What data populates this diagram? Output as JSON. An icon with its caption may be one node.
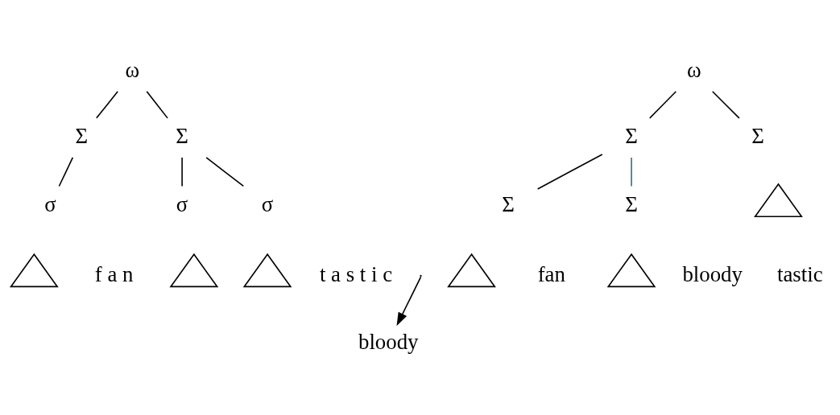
{
  "diagram": {
    "nodes": [
      {
        "text": [
          "ω"
        ]
      },
      {
        "text": [
          "Σ"
        ]
      },
      {
        "text": [
          "Σ"
        ]
      },
      {
        "text": [
          "σ"
        ]
      },
      {
        "text": [
          "σ"
        ]
      },
      {
        "text": [
          "σ"
        ]
      },
      {
        "text": [],
        "shape": "triangle"
      },
      {
        "text": [],
        "shape": "triangle"
      },
      {
        "text": [],
        "shape": "triangle"
      },
      {
        "text": [
          "f a n"
        ]
      },
      {
        "text": [
          "t a s t i c"
        ]
      },
      {
        "text": [
          "bloody"
        ]
      },
      {
        "text": [
          "ω"
        ]
      },
      {
        "text": [
          "Σ"
        ]
      },
      {
        "text": [
          "Σ"
        ]
      },
      {
        "text": [
          "Σ"
        ]
      },
      {
        "text": [
          "Σ"
        ]
      },
      {
        "text": [],
        "shape": "triangle"
      },
      {
        "text": [],
        "shape": "triangle"
      },
      {
        "text": [],
        "shape": "triangle"
      },
      {
        "text": [
          "fan"
        ]
      },
      {
        "text": [
          "bloody"
        ]
      },
      {
        "text": [
          "tastic"
        ]
      }
    ],
    "edges": [
      {
        "from": 0,
        "to": 1,
        "arrow": "none"
      },
      {
        "from": 0,
        "to": 2,
        "arrow": "none"
      },
      {
        "from": 1,
        "to": 3,
        "arrow": "none"
      },
      {
        "from": 2,
        "to": 4,
        "arrow": "none"
      },
      {
        "from": 2,
        "to": 5,
        "arrow": "none"
      },
      {
        "from": null,
        "to": 11,
        "arrow": "to"
      },
      {
        "from": 12,
        "to": 13,
        "arrow": "none"
      },
      {
        "from": 12,
        "to": 14,
        "arrow": "none"
      },
      {
        "from": 13,
        "to": 15,
        "arrow": "none"
      },
      {
        "from": 13,
        "to": 16,
        "arrow": "none",
        "color": "#2e6e8e"
      }
    ]
  }
}
